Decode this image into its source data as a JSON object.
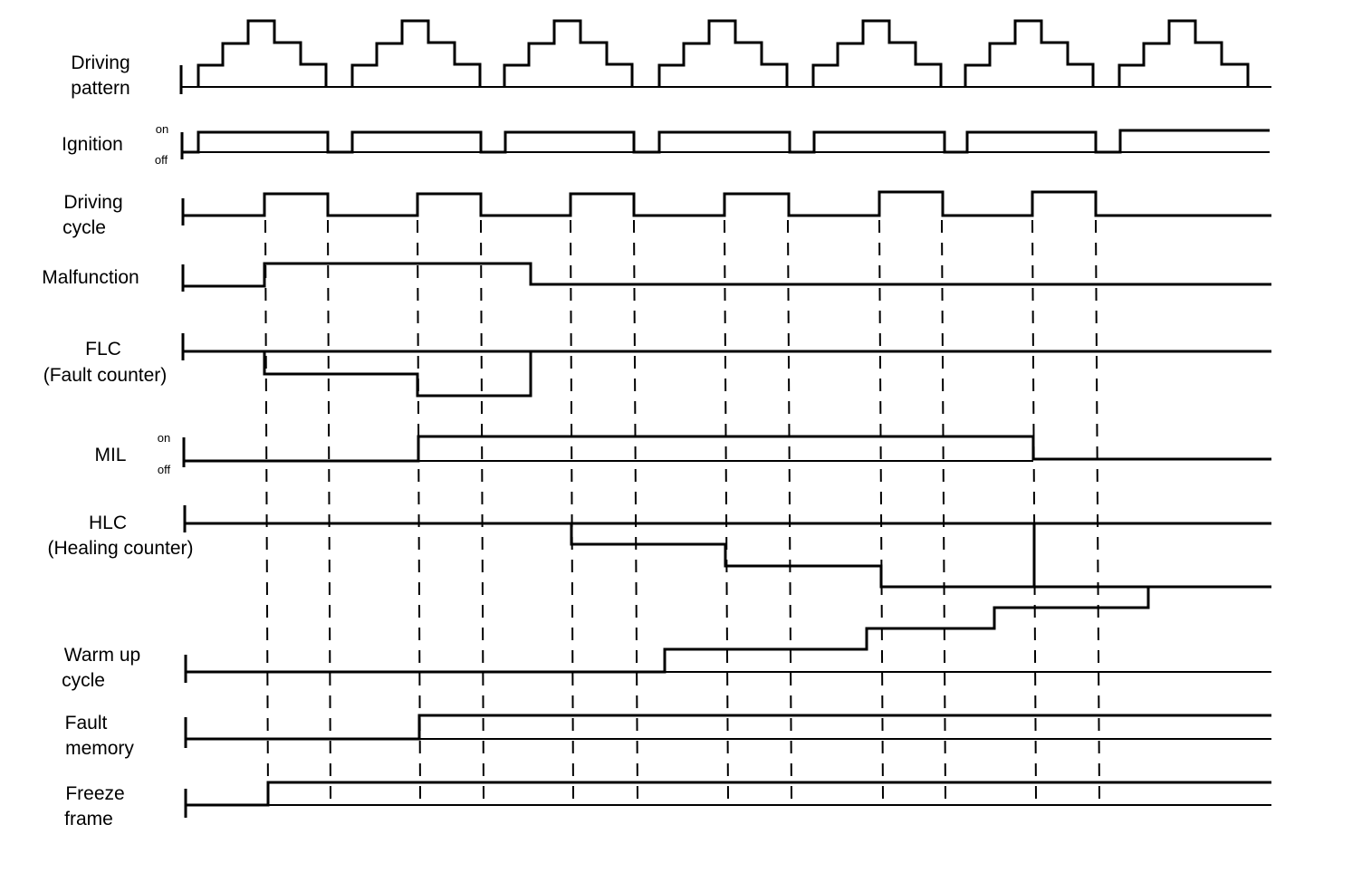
{
  "signals": [
    {
      "id": "driving-pattern",
      "label_lines": [
        "Driving",
        "pattern"
      ]
    },
    {
      "id": "ignition",
      "label_lines": [
        "Ignition"
      ],
      "on_label": "on",
      "off_label": "off"
    },
    {
      "id": "driving-cycle",
      "label_lines": [
        "Driving",
        "cycle"
      ]
    },
    {
      "id": "malfunction",
      "label_lines": [
        "Malfunction"
      ]
    },
    {
      "id": "flc",
      "label_lines": [
        "FLC",
        "(Fault counter)"
      ]
    },
    {
      "id": "mil",
      "label_lines": [
        "MIL"
      ],
      "on_label": "on",
      "off_label": "off"
    },
    {
      "id": "hlc",
      "label_lines": [
        "HLC",
        "(Healing counter)"
      ]
    },
    {
      "id": "warm-up-cycle",
      "label_lines": [
        "Warm up",
        "cycle"
      ]
    },
    {
      "id": "fault-memory",
      "label_lines": [
        "Fault",
        "memory"
      ]
    },
    {
      "id": "freeze-frame",
      "label_lines": [
        "Freeze",
        "frame"
      ]
    }
  ]
}
